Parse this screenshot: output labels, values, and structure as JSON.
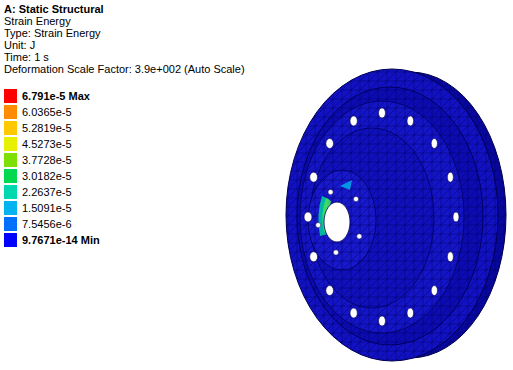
{
  "diagram": {
    "labels": [
      "A: Static Structural",
      "Strain Energy",
      "Type: Strain Energy",
      "Unit: J",
      "Time: 1 s",
      "Deformation Scale Factor: 3.9e+002 (Auto Scale)"
    ],
    "legend": [
      {
        "text": "6.791e-5 Max",
        "color": "#ff0000"
      },
      {
        "text": "6.0365e-5",
        "color": "#ff8c00"
      },
      {
        "text": "5.2819e-5",
        "color": "#ffc800"
      },
      {
        "text": "4.5273e-5",
        "color": "#e6f000"
      },
      {
        "text": "3.7728e-5",
        "color": "#7ee000"
      },
      {
        "text": "3.0182e-5",
        "color": "#00d850"
      },
      {
        "text": "2.2637e-5",
        "color": "#00d8b0"
      },
      {
        "text": "1.5091e-5",
        "color": "#00b4f0"
      },
      {
        "text": "7.5456e-6",
        "color": "#0070ff"
      },
      {
        "text": "9.7671e-14 Min",
        "color": "#0000ff"
      }
    ]
  }
}
